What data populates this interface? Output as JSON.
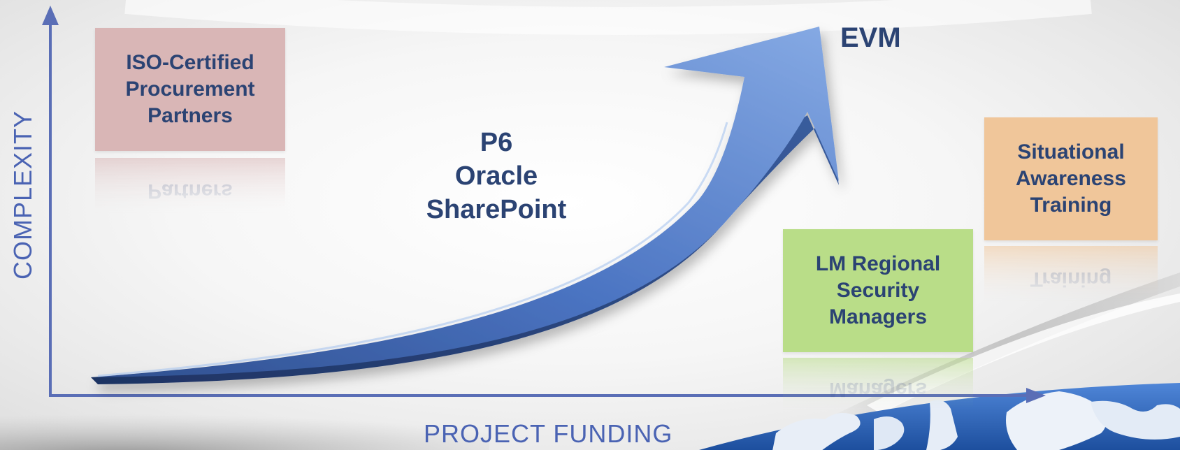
{
  "axes": {
    "y_label": "COMPLEXITY",
    "x_label": "PROJECT FUNDING"
  },
  "arrow_labels": {
    "lines": [
      "P6",
      "Oracle",
      "SharePoint"
    ],
    "tip": "EVM"
  },
  "boxes": [
    {
      "lines": [
        "ISO-Certified",
        "Procurement",
        "Partners"
      ],
      "color": "#d9b6b6",
      "reflection": "Partners"
    },
    {
      "lines": [
        "LM Regional",
        "Security",
        "Managers"
      ],
      "color": "#b9dd88",
      "reflection": "Managers"
    },
    {
      "lines": [
        "Situational",
        "Awareness",
        "Training"
      ],
      "color": "#f0c69a",
      "reflection": "Training"
    }
  ],
  "colors": {
    "axis": "#5a6eb6",
    "text": "#2b4373",
    "arrow_light": "#7fa3de",
    "arrow_dark": "#2f4f8f"
  },
  "icons": {
    "globe": "globe-map-icon"
  }
}
